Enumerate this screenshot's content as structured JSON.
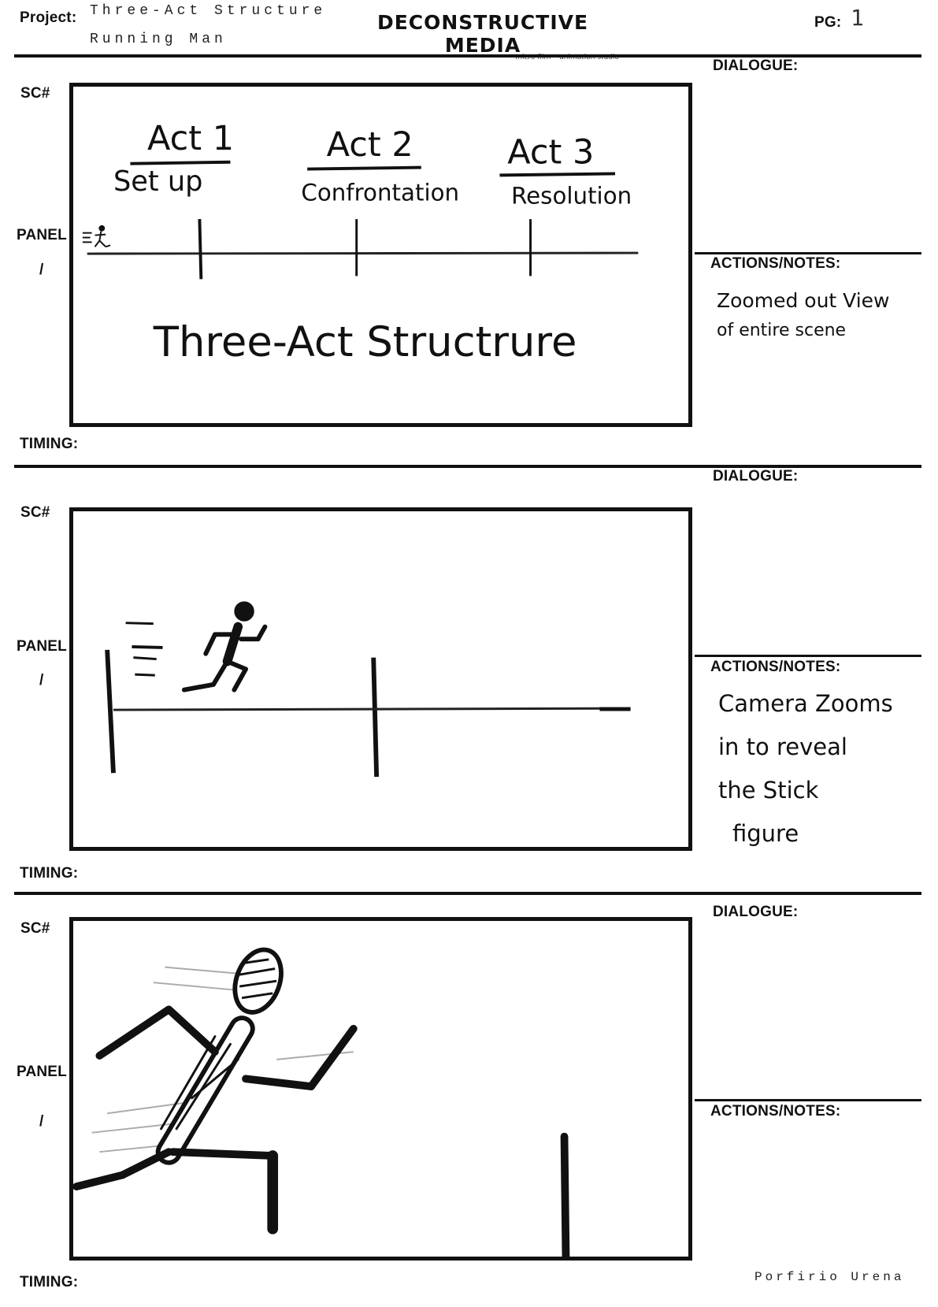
{
  "header": {
    "project_label": "Project:",
    "project_title_line1": "Three-Act Structure",
    "project_title_line2": "Running Man",
    "studio_name": "DECONSTRUCTIVE MEDIA",
    "studio_tagline": "micro film • animation studio",
    "page_label": "PG:",
    "page_number": "1"
  },
  "labels": {
    "scene": "SC#",
    "panel": "PANEL",
    "slash": "/",
    "timing": "TIMING:",
    "dialogue": "DIALOGUE:",
    "actions": "ACTIONS/NOTES:"
  },
  "panels": [
    {
      "sketch": {
        "act1": "Act 1",
        "act1_sub": "Set up",
        "act2": "Act 2",
        "act2_sub": "Confrontation",
        "act3": "Act 3",
        "act3_sub": "Resolution",
        "caption": "Three-Act Structrure"
      },
      "notes": [
        "Zoomed out View",
        "of entire scene"
      ]
    },
    {
      "sketch": {},
      "notes": [
        "Camera Zooms",
        "in to reveal",
        "the Stick",
        "figure"
      ]
    },
    {
      "sketch": {},
      "notes": []
    }
  ],
  "footer": {
    "artist": "Porfirio Urena"
  }
}
